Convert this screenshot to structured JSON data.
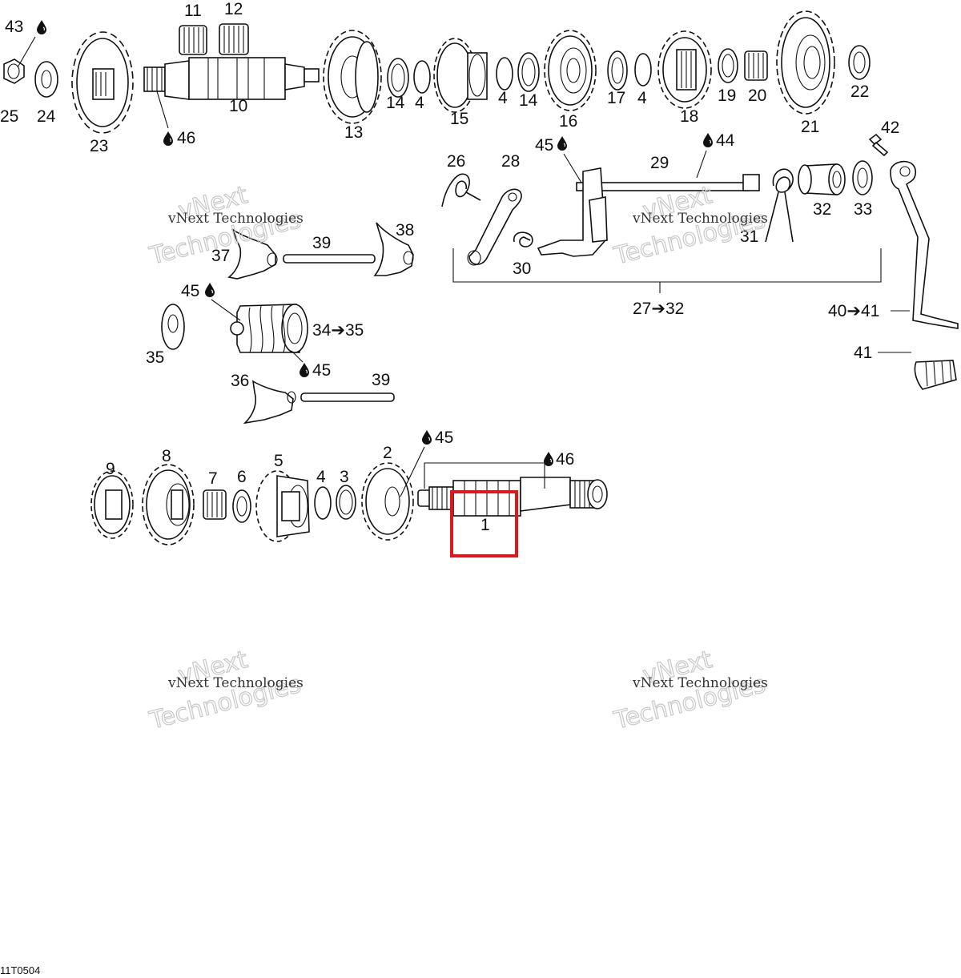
{
  "labels": {
    "p1": "1",
    "p2": "2",
    "p3": "3",
    "p4": "4",
    "p5": "5",
    "p6": "6",
    "p7": "7",
    "p8": "8",
    "p9": "9",
    "p10": "10",
    "p11": "11",
    "p12": "12",
    "p13": "13",
    "p14": "14",
    "p14b": "14",
    "p15": "15",
    "p16": "16",
    "p17": "17",
    "p4b": "4",
    "p4c": "4",
    "p4d": "4",
    "p18": "18",
    "p19": "19",
    "p20": "20",
    "p21": "21",
    "p22": "22",
    "p23": "23",
    "p24": "24",
    "p25": "25",
    "p26": "26",
    "p28": "28",
    "p29": "29",
    "p30": "30",
    "p31": "31",
    "p32": "32",
    "p33": "33",
    "p35": "35",
    "p36": "36",
    "p37": "37",
    "p38": "38",
    "p39": "39",
    "p39b": "39",
    "p41": "41",
    "p42": "42",
    "p43": "43",
    "p44": "44",
    "p45a": "45",
    "p45b": "45",
    "p45c": "45",
    "p45d": "45",
    "p46a": "46",
    "p46b": "46",
    "g2732": "27➔32",
    "g3435": "34➔35",
    "g4041": "40➔41"
  },
  "watermark": {
    "line1": "vNext Technologies",
    "line2": "vNext",
    "line3": "Technologies"
  },
  "drawing_code": "11T0504",
  "highlight": {
    "part": "1",
    "color": "#e0161b"
  },
  "icons": {
    "lubricant": "oil-drop-icon"
  }
}
